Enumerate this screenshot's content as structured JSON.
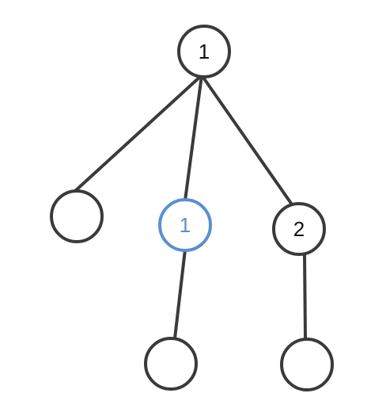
{
  "colors": {
    "default": "#3a3a3a",
    "highlight": "#5b8fd0",
    "text_default": "#111111"
  },
  "nodes": [
    {
      "id": "root",
      "label": "1",
      "highlighted": false
    },
    {
      "id": "child-left",
      "label": "",
      "highlighted": false
    },
    {
      "id": "child-middle",
      "label": "1",
      "highlighted": true
    },
    {
      "id": "child-right",
      "label": "2",
      "highlighted": false
    },
    {
      "id": "grandchild-middle",
      "label": "",
      "highlighted": false
    },
    {
      "id": "grandchild-right",
      "label": "",
      "highlighted": false
    }
  ],
  "edges": [
    {
      "from": "root",
      "to": "child-left"
    },
    {
      "from": "root",
      "to": "child-middle"
    },
    {
      "from": "root",
      "to": "child-right"
    },
    {
      "from": "child-middle",
      "to": "grandchild-middle"
    },
    {
      "from": "child-right",
      "to": "grandchild-right"
    }
  ]
}
